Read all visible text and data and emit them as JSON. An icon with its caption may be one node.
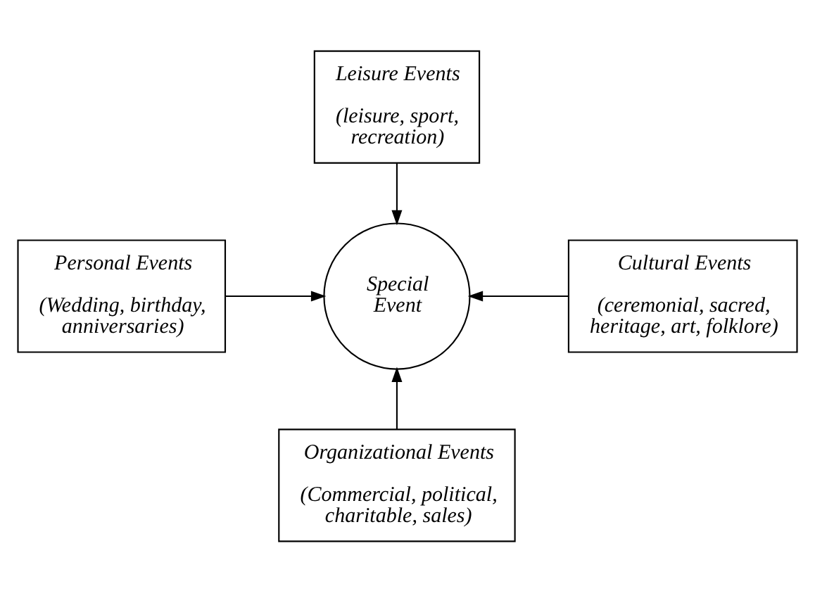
{
  "diagram": {
    "nodes": [
      {
        "text": [
          "Leisure Events",
          "(leisure, sport, recreation)"
        ]
      },
      {
        "text": [
          "Personal Events",
          "(Wedding, birthday, anniversaries)"
        ]
      },
      {
        "text": [
          "Special Event"
        ]
      },
      {
        "text": [
          "Cultural Events",
          "(ceremonial, sacred, heritage, art, folklore)"
        ]
      },
      {
        "text": [
          "Organizational Events",
          "(Commercial, political, charitable, sales)"
        ]
      }
    ],
    "edges": [
      {
        "from": 0,
        "to": 2,
        "arrow": "to"
      },
      {
        "from": 1,
        "to": 2,
        "arrow": "to"
      },
      {
        "from": 3,
        "to": 2,
        "arrow": "to"
      },
      {
        "from": 4,
        "to": 2,
        "arrow": "to"
      }
    ]
  }
}
